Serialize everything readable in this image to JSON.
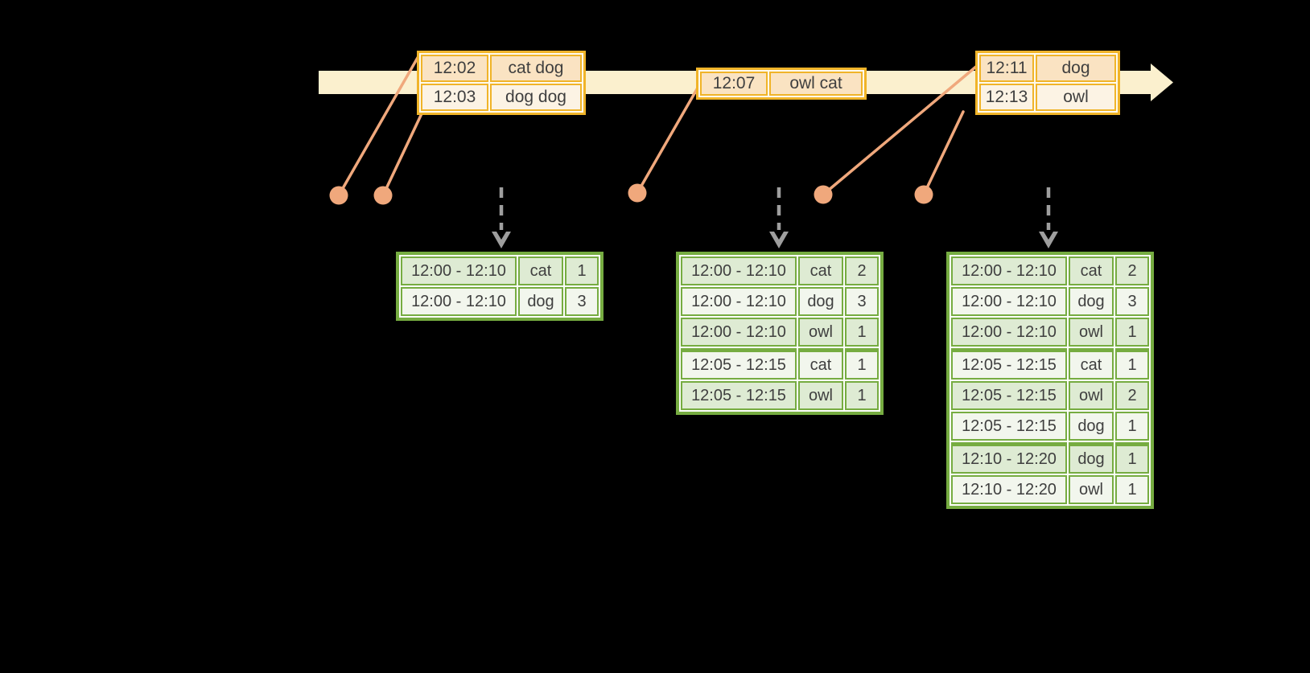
{
  "timeline": {
    "event_groups": [
      {
        "rows": [
          {
            "time": "12:02",
            "words": "cat dog"
          },
          {
            "time": "12:03",
            "words": "dog dog"
          }
        ]
      },
      {
        "rows": [
          {
            "time": "12:07",
            "words": "owl cat"
          }
        ]
      },
      {
        "rows": [
          {
            "time": "12:11",
            "words": "dog"
          },
          {
            "time": "12:13",
            "words": "owl"
          }
        ]
      }
    ]
  },
  "result_tables": [
    {
      "rows": [
        {
          "window": "12:00 - 12:10",
          "word": "cat",
          "count": "1"
        },
        {
          "window": "12:00 - 12:10",
          "word": "dog",
          "count": "3"
        }
      ]
    },
    {
      "rows": [
        {
          "window": "12:00 - 12:10",
          "word": "cat",
          "count": "2"
        },
        {
          "window": "12:00 - 12:10",
          "word": "dog",
          "count": "3"
        },
        {
          "window": "12:00 - 12:10",
          "word": "owl",
          "count": "1"
        },
        {
          "window": "12:05 - 12:15",
          "word": "cat",
          "count": "1"
        },
        {
          "window": "12:05 - 12:15",
          "word": "owl",
          "count": "1"
        }
      ]
    },
    {
      "rows": [
        {
          "window": "12:00 - 12:10",
          "word": "cat",
          "count": "2"
        },
        {
          "window": "12:00 - 12:10",
          "word": "dog",
          "count": "3"
        },
        {
          "window": "12:00 - 12:10",
          "word": "owl",
          "count": "1"
        },
        {
          "window": "12:05 - 12:15",
          "word": "cat",
          "count": "1"
        },
        {
          "window": "12:05 - 12:15",
          "word": "owl",
          "count": "2"
        },
        {
          "window": "12:05 - 12:15",
          "word": "dog",
          "count": "1"
        },
        {
          "window": "12:10 - 12:20",
          "word": "dog",
          "count": "1"
        },
        {
          "window": "12:10 - 12:20",
          "word": "owl",
          "count": "1"
        }
      ]
    }
  ],
  "colors": {
    "background": "#000000",
    "timeline_band": "#FBF0CE",
    "event_border": "#F0B429",
    "event_fill_peach": "#FAE3C2",
    "event_fill_cream": "#FCF3E4",
    "connector": "#F0A87C",
    "trigger_arrow": "#9E9E9E",
    "result_border": "#76AC41",
    "result_fill_dark": "#DEEBD3",
    "result_fill_light": "#F2F6ED",
    "text": "#3F3F3F"
  }
}
